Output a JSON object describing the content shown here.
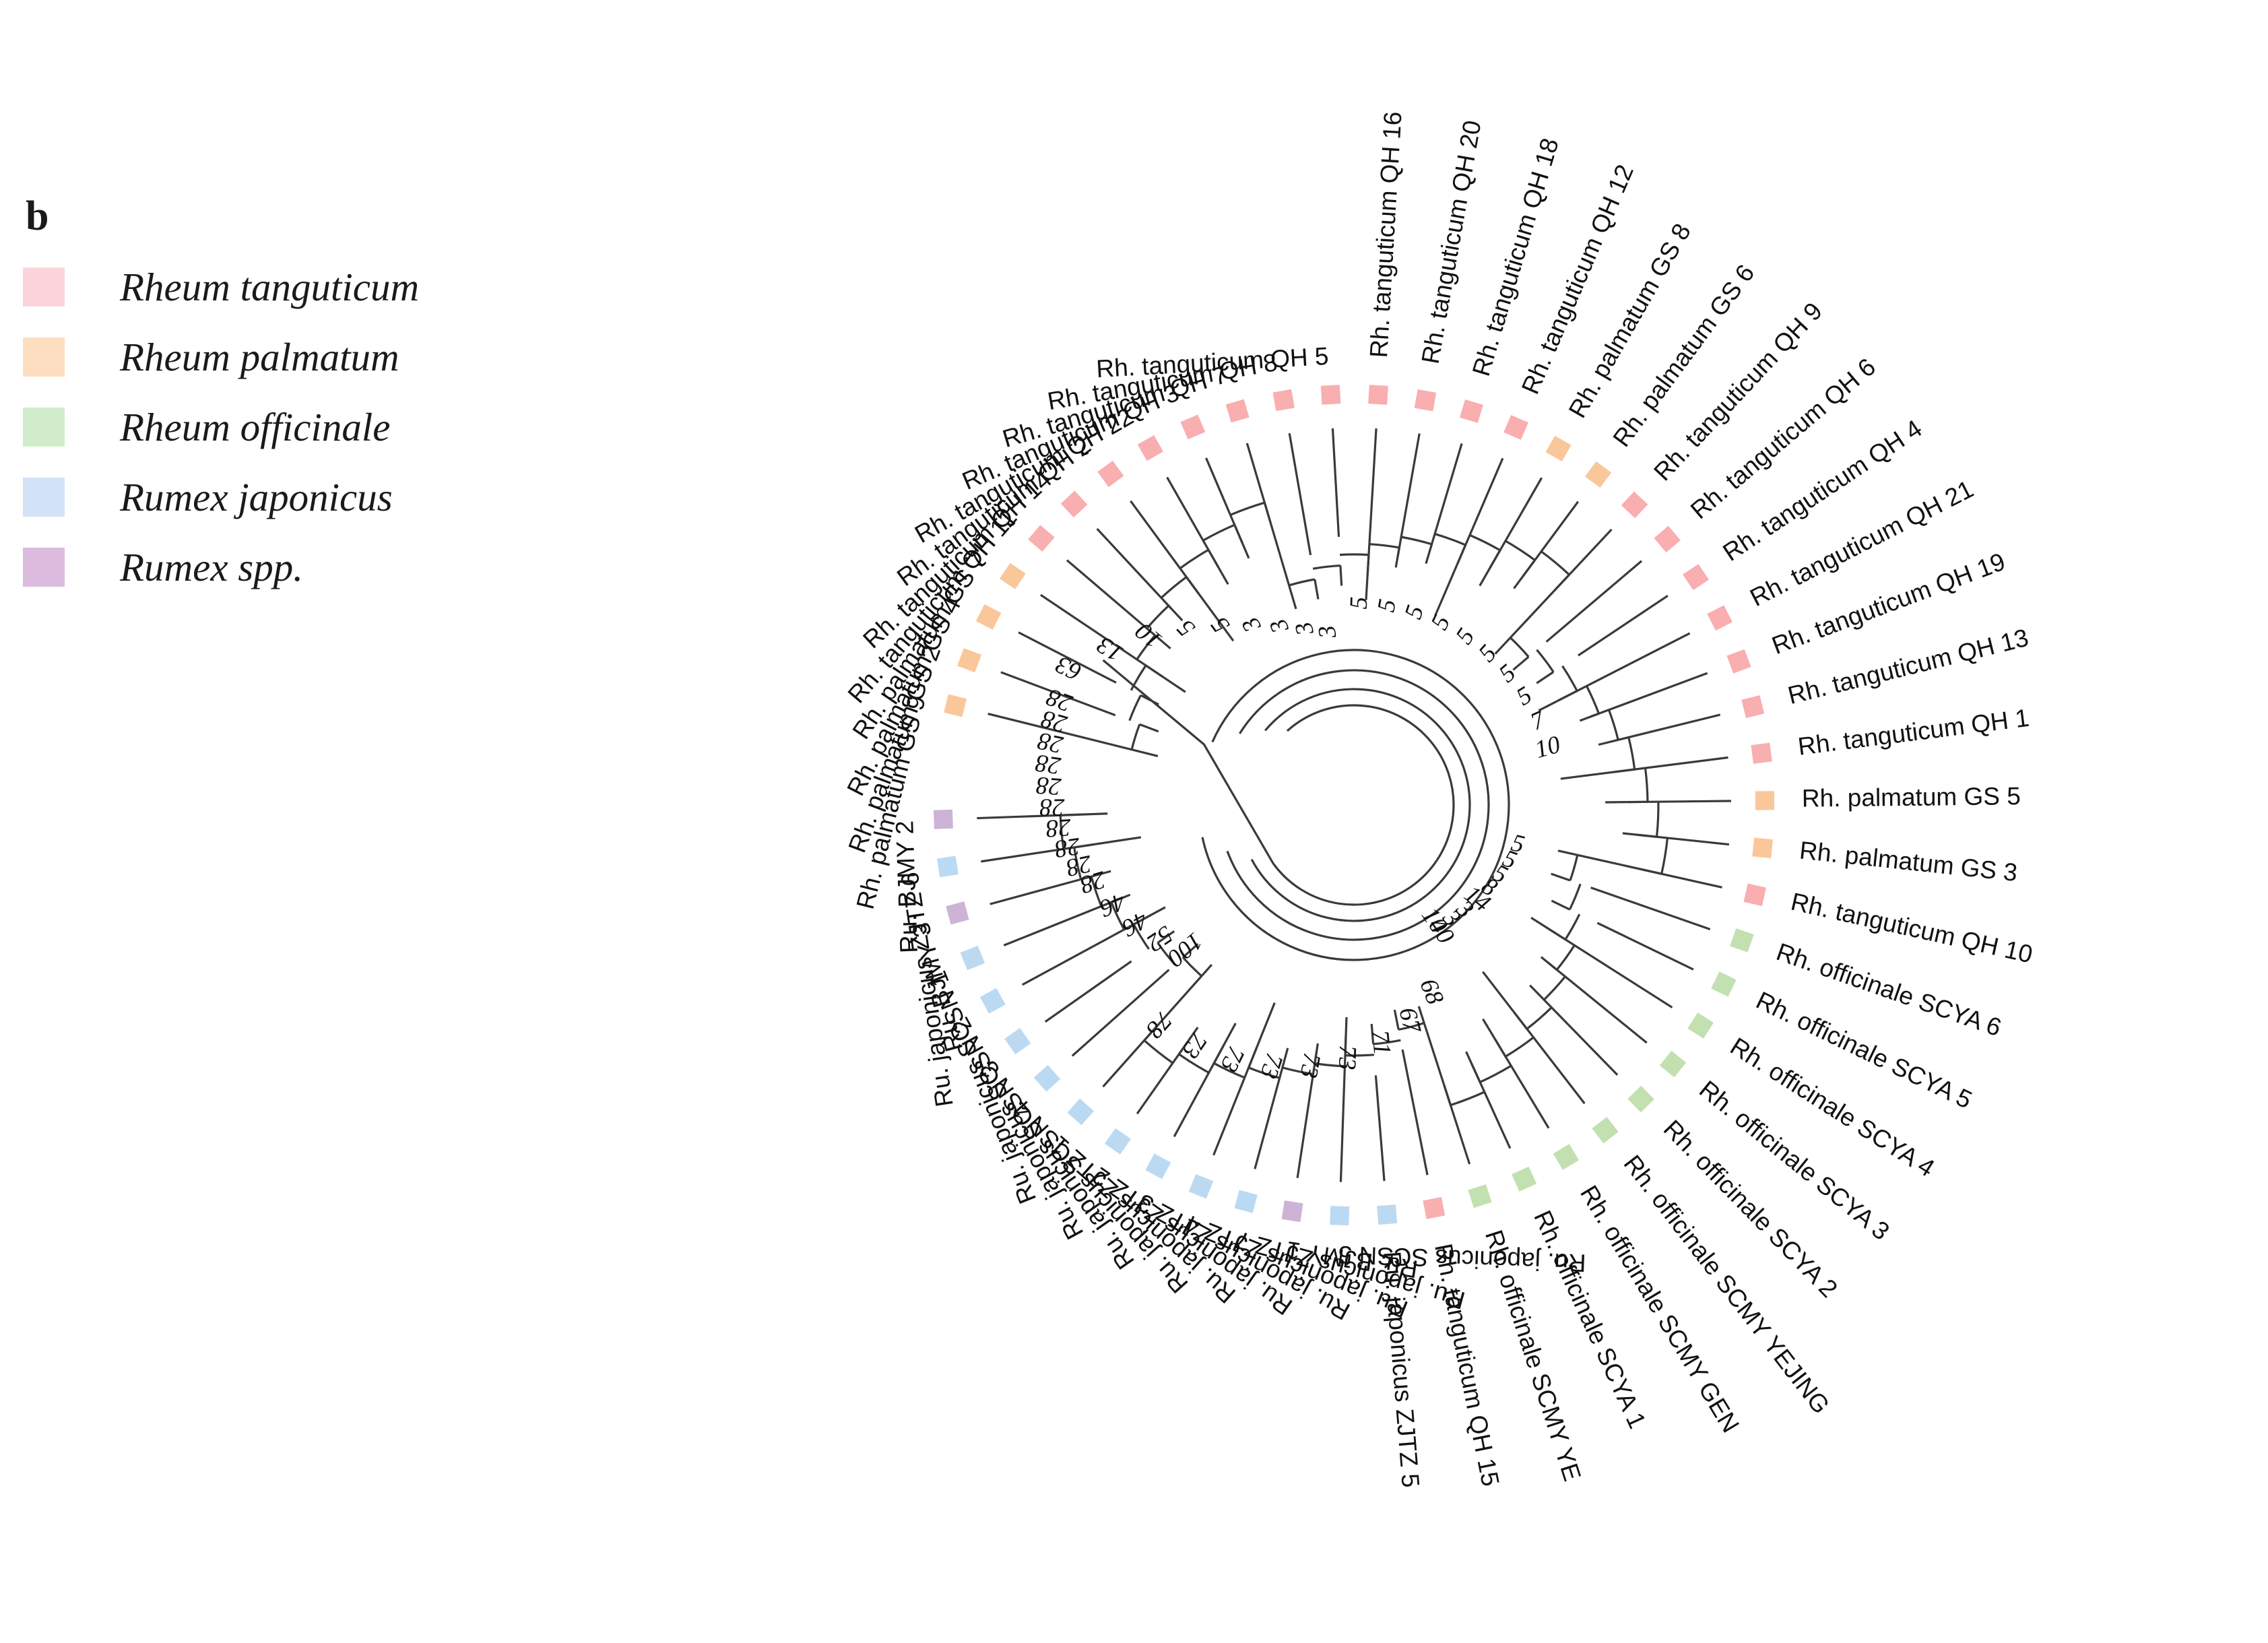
{
  "panel_letter": "b",
  "legend": {
    "items": [
      {
        "label": "Rheum tanguticum",
        "color": "#fcd5dc"
      },
      {
        "label": "Rheum palmatum",
        "color": "#fddec0"
      },
      {
        "label": "Rheum officinale",
        "color": "#d2edcb"
      },
      {
        "label": "Rumex japonicus",
        "color": "#d3e3f7"
      },
      {
        "label": "Rumex spp.",
        "color": "#dbbcdf"
      }
    ]
  },
  "colors": {
    "tanguticum": "#f9aeb0",
    "palmatum": "#fac79a",
    "officinale": "#c3e0b0",
    "japonicus": "#bcd9f2",
    "rumex_spp": "#cdb3d6",
    "branch": "#3a3a3a"
  },
  "chart_data": {
    "type": "tree",
    "layout": "circular",
    "title": "",
    "n_tips": 58,
    "tips": [
      {
        "label": "Rh. palmatum GS 9",
        "group": "palmatum"
      },
      {
        "label": "Rh. palmatum GS 2",
        "group": "palmatum"
      },
      {
        "label": "Rh. palmatum GS 4",
        "group": "palmatum"
      },
      {
        "label": "Rh. palmatum GS 7",
        "group": "palmatum"
      },
      {
        "label": "Rh. tanguticum QH 11",
        "group": "tanguticum"
      },
      {
        "label": "Rh. tanguticum QH 14",
        "group": "tanguticum"
      },
      {
        "label": "Rh. tanguticum QH 2",
        "group": "tanguticum"
      },
      {
        "label": "Rh. tanguticum QH 22",
        "group": "tanguticum"
      },
      {
        "label": "Rh. tanguticum QH 3",
        "group": "tanguticum"
      },
      {
        "label": "Rh. tanguticum QH 7",
        "group": "tanguticum"
      },
      {
        "label": "Rh. tanguticum QH 8",
        "group": "tanguticum"
      },
      {
        "label": "Rh. tanguticum QH 5",
        "group": "tanguticum"
      },
      {
        "label": "Rh. tanguticum QH 16",
        "group": "tanguticum"
      },
      {
        "label": "Rh. tanguticum QH 20",
        "group": "tanguticum"
      },
      {
        "label": "Rh. tanguticum QH 18",
        "group": "tanguticum"
      },
      {
        "label": "Rh. tanguticum QH 12",
        "group": "tanguticum"
      },
      {
        "label": "Rh. palmatum GS 8",
        "group": "palmatum"
      },
      {
        "label": "Rh. palmatum GS 6",
        "group": "palmatum"
      },
      {
        "label": "Rh. tanguticum QH 9",
        "group": "tanguticum"
      },
      {
        "label": "Rh. tanguticum QH 6",
        "group": "tanguticum"
      },
      {
        "label": "Rh. tanguticum QH 4",
        "group": "tanguticum"
      },
      {
        "label": "Rh. tanguticum QH 21",
        "group": "tanguticum"
      },
      {
        "label": "Rh. tanguticum QH 19",
        "group": "tanguticum"
      },
      {
        "label": "Rh. tanguticum QH 13",
        "group": "tanguticum"
      },
      {
        "label": "Rh. tanguticum QH 1",
        "group": "tanguticum"
      },
      {
        "label": "Rh. palmatum GS 5",
        "group": "palmatum"
      },
      {
        "label": "Rh. palmatum GS 3",
        "group": "palmatum"
      },
      {
        "label": "Rh. tanguticum QH 10",
        "group": "tanguticum"
      },
      {
        "label": "Rh. officinale SCYA 6",
        "group": "officinale"
      },
      {
        "label": "Rh. officinale SCYA 5",
        "group": "officinale"
      },
      {
        "label": "Rh. officinale SCYA 4",
        "group": "officinale"
      },
      {
        "label": "Rh. officinale SCYA 3",
        "group": "officinale"
      },
      {
        "label": "Rh. officinale SCYA 2",
        "group": "officinale"
      },
      {
        "label": "Rh. officinale SCMY YEJING",
        "group": "officinale"
      },
      {
        "label": "Rh. officinale SCMY GEN",
        "group": "officinale"
      },
      {
        "label": "Rh. officinale SCYA 1",
        "group": "officinale"
      },
      {
        "label": "Rh. officinale SCMY YE",
        "group": "officinale"
      },
      {
        "label": "Rh. tanguticum QH 15",
        "group": "tanguticum"
      },
      {
        "label": "Ru. japonicus ZJTZ 5",
        "group": "japonicus"
      },
      {
        "label": "Ru. japonicus SCSN 5",
        "group": "japonicus"
      },
      {
        "label": "Ru. BJMY 1",
        "group": "rumex_spp"
      },
      {
        "label": "Ru. japonicus ZJTZ 7",
        "group": "japonicus"
      },
      {
        "label": "Ru. japonicus ZJTZ 4",
        "group": "japonicus"
      },
      {
        "label": "Ru. japonicus ZJTZ 3",
        "group": "japonicus"
      },
      {
        "label": "Ru. japonicus ZJTZ 2",
        "group": "japonicus"
      },
      {
        "label": "Ru. japonicus ZJTZ 1",
        "group": "japonicus"
      },
      {
        "label": "Ru. japonicus SCSN 4",
        "group": "japonicus"
      },
      {
        "label": "Ru. japonicus SCSN 3",
        "group": "japonicus"
      },
      {
        "label": "Ru. japonicus SCSN 2",
        "group": "japonicus"
      },
      {
        "label": "Ru. japonicus SCSN 1",
        "group": "japonicus"
      },
      {
        "label": "Ru. BJMY 3",
        "group": "rumex_spp"
      },
      {
        "label": "Ru. japonicus ZJTZ 6",
        "group": "japonicus"
      },
      {
        "label": "Ru. BJMY 2",
        "group": "rumex_spp"
      }
    ],
    "bootstrap_labels": [
      {
        "value": "63",
        "sector": "top"
      },
      {
        "value": "13",
        "sector": "top"
      },
      {
        "value": "10",
        "sector": "top"
      },
      {
        "value": "5",
        "sector": "top"
      },
      {
        "value": "5",
        "sector": "top"
      },
      {
        "value": "3",
        "sector": "top"
      },
      {
        "value": "3",
        "sector": "top"
      },
      {
        "value": "3",
        "sector": "top"
      },
      {
        "value": "3",
        "sector": "top"
      },
      {
        "value": "5",
        "sector": "right"
      },
      {
        "value": "5",
        "sector": "right"
      },
      {
        "value": "5",
        "sector": "right"
      },
      {
        "value": "5",
        "sector": "right"
      },
      {
        "value": "5",
        "sector": "right"
      },
      {
        "value": "5",
        "sector": "right"
      },
      {
        "value": "5",
        "sector": "right"
      },
      {
        "value": "5",
        "sector": "right"
      },
      {
        "value": "7",
        "sector": "right"
      },
      {
        "value": "10",
        "sector": "right"
      },
      {
        "value": "5",
        "sector": "center"
      },
      {
        "value": "5",
        "sector": "center"
      },
      {
        "value": "5",
        "sector": "center"
      },
      {
        "value": "8",
        "sector": "center"
      },
      {
        "value": "14",
        "sector": "center"
      },
      {
        "value": "3",
        "sector": "center"
      },
      {
        "value": "3",
        "sector": "center"
      },
      {
        "value": "4",
        "sector": "center"
      },
      {
        "value": "100",
        "sector": "center"
      },
      {
        "value": "68",
        "sector": "bottom-left"
      },
      {
        "value": "67",
        "sector": "bottom-left"
      },
      {
        "value": "71",
        "sector": "bottom-left"
      },
      {
        "value": "73",
        "sector": "bottom-left"
      },
      {
        "value": "73",
        "sector": "bottom-left"
      },
      {
        "value": "73",
        "sector": "bottom-left"
      },
      {
        "value": "73",
        "sector": "bottom-left"
      },
      {
        "value": "73",
        "sector": "bottom-left"
      },
      {
        "value": "78",
        "sector": "bottom-left"
      },
      {
        "value": "100",
        "sector": "left"
      },
      {
        "value": "52",
        "sector": "left"
      },
      {
        "value": "46",
        "sector": "left"
      },
      {
        "value": "46",
        "sector": "left"
      },
      {
        "value": "28",
        "sector": "left"
      },
      {
        "value": "28",
        "sector": "left"
      },
      {
        "value": "28",
        "sector": "left"
      },
      {
        "value": "28",
        "sector": "left"
      },
      {
        "value": "28",
        "sector": "left"
      },
      {
        "value": "28",
        "sector": "left"
      },
      {
        "value": "28",
        "sector": "left"
      },
      {
        "value": "28",
        "sector": "left"
      },
      {
        "value": "28",
        "sector": "left"
      },
      {
        "value": "28",
        "sector": "left"
      }
    ]
  }
}
